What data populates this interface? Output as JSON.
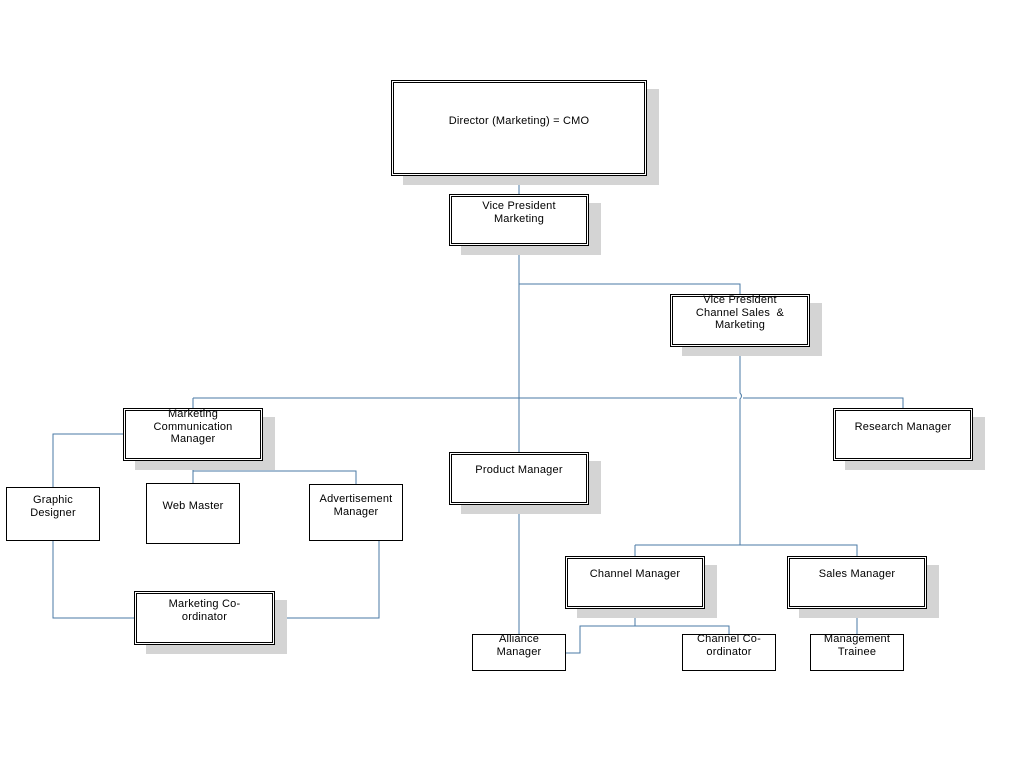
{
  "colors": {
    "connector": "#4a7aa5",
    "box_border": "#000000",
    "shadow": "#d4d4d4"
  },
  "nodes": {
    "director": {
      "lines": [
        "Director (Marketing) = CMO"
      ]
    },
    "vp_marketing": {
      "lines": [
        "Vice President",
        "Marketing"
      ]
    },
    "vp_channel": {
      "lines": [
        "Vice President",
        "Channel Sales  &",
        "Marketing"
      ]
    },
    "marcom_manager": {
      "lines": [
        "Marketing",
        "Communication",
        "Manager"
      ]
    },
    "product_manager": {
      "lines": [
        "Product Manager"
      ]
    },
    "research_manager": {
      "lines": [
        "Research Manager"
      ]
    },
    "graphic_designer": {
      "lines": [
        "Graphic",
        "Designer"
      ]
    },
    "web_master": {
      "lines": [
        "Web Master"
      ]
    },
    "advertisement_manager": {
      "lines": [
        "Advertisement",
        "Manager"
      ]
    },
    "marketing_coordinator": {
      "lines": [
        "Marketing Co-",
        "ordinator"
      ]
    },
    "channel_manager": {
      "lines": [
        "Channel Manager"
      ]
    },
    "sales_manager": {
      "lines": [
        "Sales Manager"
      ]
    },
    "alliance_manager": {
      "lines": [
        "Alliance",
        "Manager"
      ]
    },
    "channel_coordinator": {
      "lines": [
        "Channel Co-",
        "ordinator"
      ]
    },
    "management_trainee": {
      "lines": [
        "Management",
        "Trainee"
      ]
    }
  }
}
